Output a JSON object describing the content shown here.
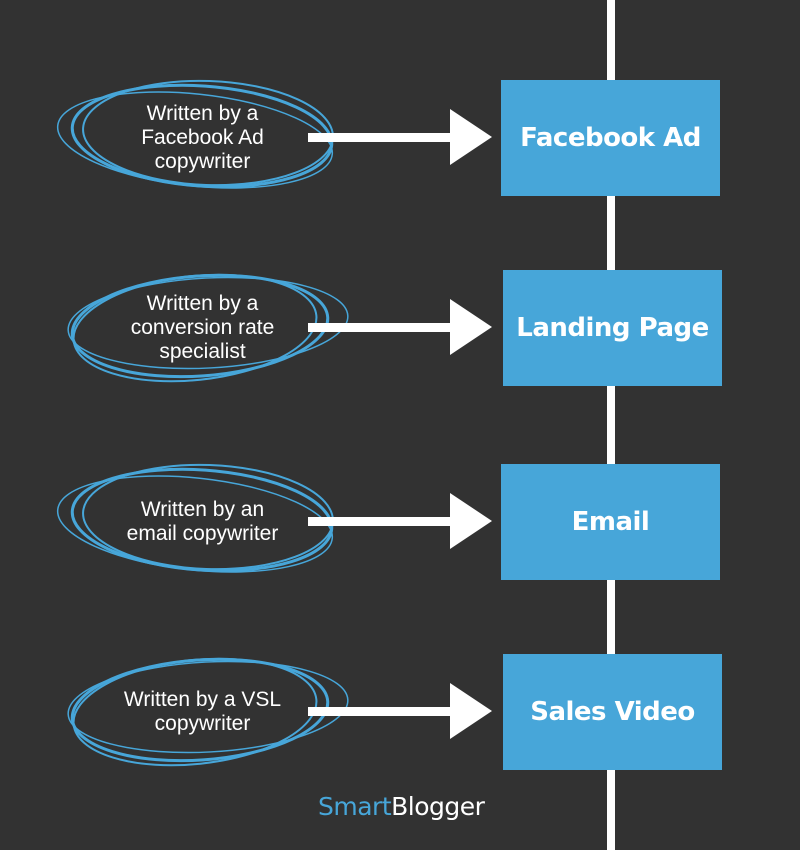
{
  "colors": {
    "background": "#323232",
    "accent": "#47a6d9",
    "text": "#ffffff"
  },
  "rows": [
    {
      "note": [
        "Written by a",
        "Facebook Ad",
        "copywriter"
      ],
      "channel": "Facebook Ad"
    },
    {
      "note": [
        "Written by a",
        "conversion rate",
        "specialist"
      ],
      "channel": "Landing Page"
    },
    {
      "note": [
        "Written by an",
        "email copywriter"
      ],
      "channel": "Email"
    },
    {
      "note": [
        "Written by a VSL",
        "copywriter"
      ],
      "channel": "Sales Video"
    }
  ],
  "brand": {
    "part1": "Smart",
    "part2": "Blogger"
  }
}
